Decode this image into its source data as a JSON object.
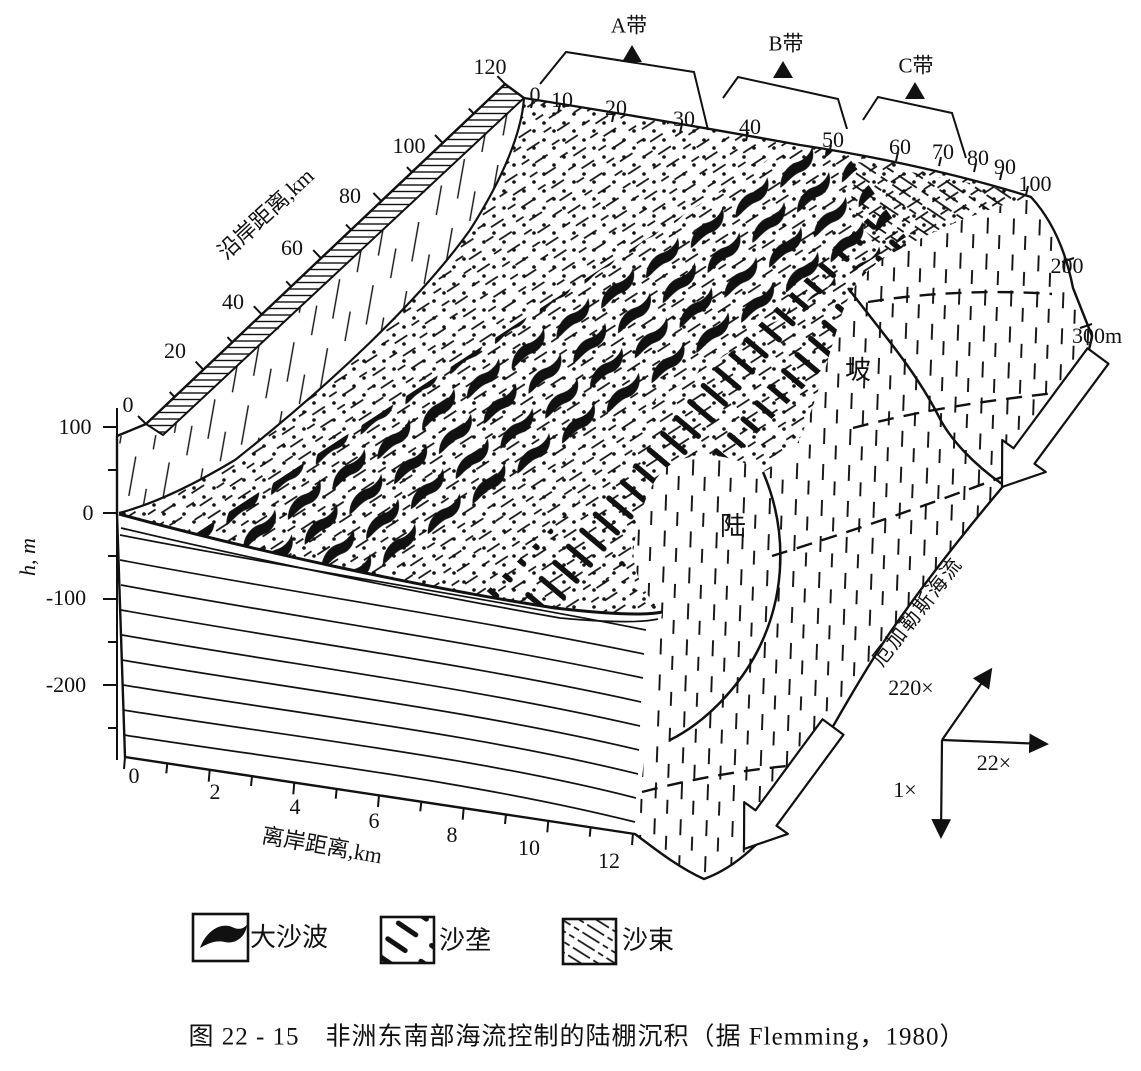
{
  "colors": {
    "ink": "#111111",
    "paper": "#ffffff"
  },
  "caption": "图 22 - 15　非洲东南部海流控制的陆棚沉积（据 Flemming，1980）",
  "zones": {
    "a": "A带",
    "b": "B带",
    "c": "C带"
  },
  "axes": {
    "alongshore": {
      "label": "沿岸距离,km",
      "ticks": [
        "0",
        "20",
        "40",
        "60",
        "80",
        "100",
        "120"
      ]
    },
    "depth_left": {
      "label": "h, m",
      "ticks": [
        "100",
        "0",
        "-100",
        "-200"
      ]
    },
    "offshore": {
      "label": "离岸距离,km",
      "ticks": [
        "0",
        "2",
        "4",
        "6",
        "8",
        "10",
        "12"
      ]
    },
    "depth_top": {
      "ticks": [
        "0",
        "10",
        "20",
        "30",
        "40",
        "50",
        "60",
        "70",
        "80",
        "90",
        "100",
        "200",
        "300m"
      ]
    }
  },
  "labels": {
    "land": "陆",
    "slope": "坡",
    "current": "厄加勒斯海流"
  },
  "scale_arrows": {
    "vertical": "220×",
    "offshore": "22×",
    "depth": "1×"
  },
  "legend": [
    {
      "symbol": "sand-wave-blob",
      "label": "大沙波"
    },
    {
      "symbol": "sand-ridge-hatch",
      "label": "沙垄"
    },
    {
      "symbol": "sand-ribbon-hatch",
      "label": "沙束"
    }
  ]
}
